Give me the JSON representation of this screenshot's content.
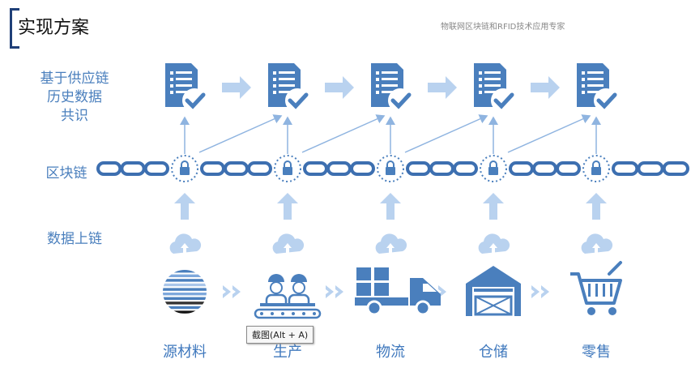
{
  "header": {
    "title": "实现方案",
    "subtitle": "物联网区块链和RFID技术应用专家"
  },
  "row_labels": {
    "consensus": [
      "基于供应链",
      "历史数据",
      "共识"
    ],
    "blockchain": "区块链",
    "upload": "数据上链"
  },
  "stages": [
    {
      "label": "源材料",
      "icon": "raw-material-icon"
    },
    {
      "label": "生产",
      "icon": "factory-workers-icon"
    },
    {
      "label": "物流",
      "icon": "delivery-truck-icon"
    },
    {
      "label": "仓储",
      "icon": "warehouse-icon"
    },
    {
      "label": "零售",
      "icon": "shopping-cart-icon"
    }
  ],
  "tooltip": "截图(Alt + A)",
  "colors": {
    "primary": "#4a7fbd",
    "light": "#b9d2ef",
    "link": "#3d6fb0",
    "title_bar": "#1f3f78"
  }
}
